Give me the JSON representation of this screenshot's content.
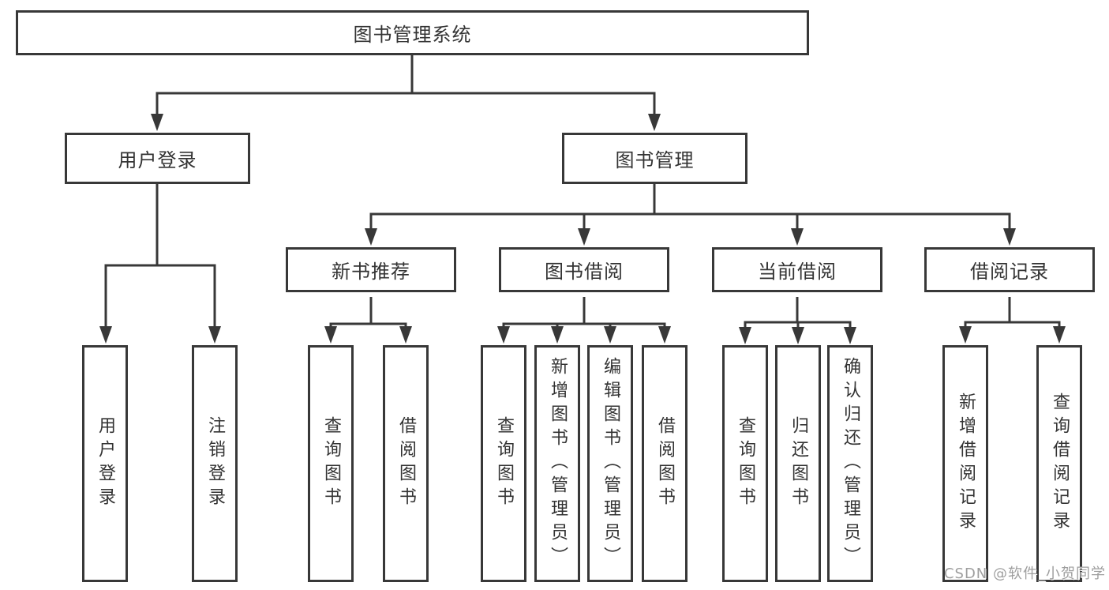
{
  "diagram": {
    "root": {
      "label": "图书管理系统"
    },
    "level2": [
      {
        "label": "用户登录"
      },
      {
        "label": "图书管理"
      }
    ],
    "level3": [
      {
        "label": "新书推荐"
      },
      {
        "label": "图书借阅"
      },
      {
        "label": "当前借阅"
      },
      {
        "label": "借阅记录"
      }
    ],
    "leaves": [
      {
        "label": "用户登录"
      },
      {
        "label": "注销登录"
      },
      {
        "label": "查询图书"
      },
      {
        "label": "借阅图书"
      },
      {
        "label": "查询图书"
      },
      {
        "label": "新增图书（管理员）"
      },
      {
        "label": "编辑图书（管理员）"
      },
      {
        "label": "借阅图书"
      },
      {
        "label": "查询图书"
      },
      {
        "label": "归还图书"
      },
      {
        "label": "确认归还（管理员）"
      },
      {
        "label": "新增借阅记录"
      },
      {
        "label": "查询借阅记录"
      }
    ]
  },
  "watermark": {
    "text": "CSDN @软件_小贺同学"
  },
  "colors": {
    "line": "#383838",
    "text": "#333333",
    "watermark": "#9e9e9e",
    "background": "#ffffff"
  }
}
